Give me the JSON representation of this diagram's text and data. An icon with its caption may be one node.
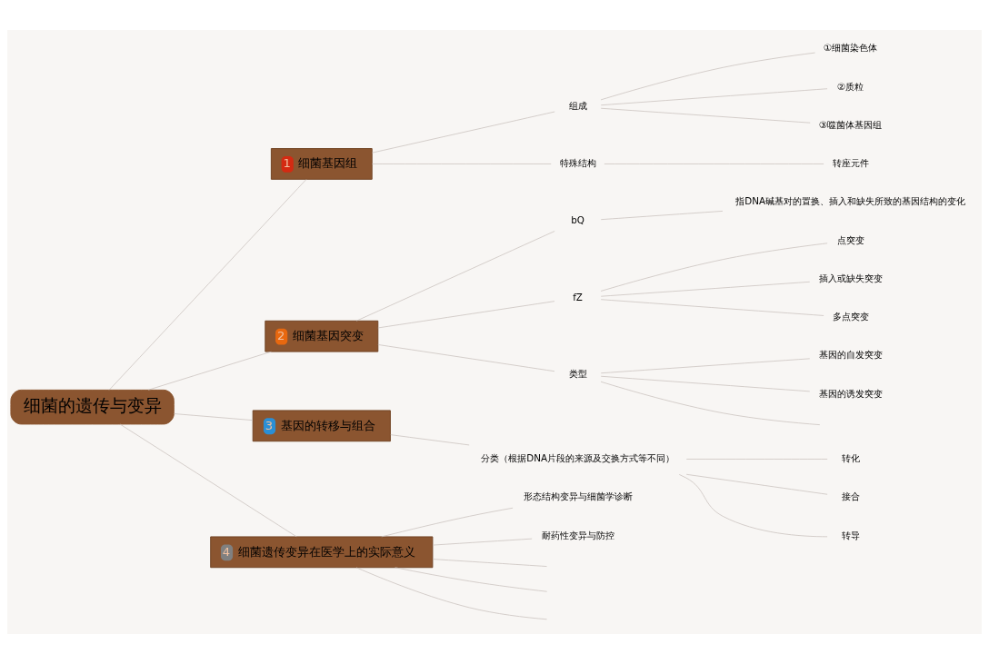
{
  "diagram": {
    "nodes": [
      {
        "text": [
          "细菌的遗传与变异"
        ]
      },
      {
        "text": [
          "1",
          "细菌基因组"
        ]
      },
      {
        "text": [
          "组成"
        ]
      },
      {
        "text": [
          "①细菌染色体"
        ]
      },
      {
        "text": [
          "②质粒"
        ]
      },
      {
        "text": [
          "③噬菌体基因组"
        ]
      },
      {
        "text": [
          "特殊结构"
        ]
      },
      {
        "text": [
          "转座元件"
        ]
      },
      {
        "text": [
          "2",
          "细菌基因突变"
        ]
      },
      {
        "text": [
          "bQ"
        ]
      },
      {
        "text": [
          "指DNA碱基对的置换、插入和缺失所致的基因结构的变化"
        ]
      },
      {
        "text": [
          "fZ"
        ]
      },
      {
        "text": [
          "点突变"
        ]
      },
      {
        "text": [
          "插入或缺失突变"
        ]
      },
      {
        "text": [
          "多点突变"
        ]
      },
      {
        "text": [
          "类型"
        ]
      },
      {
        "text": [
          "基因的自发突变"
        ]
      },
      {
        "text": [
          "基因的诱发突变"
        ]
      },
      {
        "text": [
          "3",
          "基因的转移与组合"
        ]
      },
      {
        "text": [
          "分类（根据DNA片段的来源及交换方式等不同）"
        ]
      },
      {
        "text": [
          "转化"
        ]
      },
      {
        "text": [
          "接合"
        ]
      },
      {
        "text": [
          "转导"
        ]
      },
      {
        "text": [
          "4",
          "细菌遗传变异在医学上的实际意义"
        ]
      },
      {
        "text": [
          "形态结构变异与细菌学诊断"
        ]
      },
      {
        "text": [
          "耐药性变异与防控"
        ]
      }
    ],
    "edges": [
      {
        "from": 0,
        "to": 1,
        "arrow": "none"
      },
      {
        "from": 1,
        "to": 2,
        "arrow": "none"
      },
      {
        "from": 2,
        "to": 3,
        "arrow": "none"
      },
      {
        "from": 2,
        "to": 4,
        "arrow": "none"
      },
      {
        "from": 2,
        "to": 5,
        "arrow": "none"
      },
      {
        "from": 1,
        "to": 6,
        "arrow": "none"
      },
      {
        "from": 6,
        "to": 7,
        "arrow": "none"
      },
      {
        "from": 0,
        "to": 8,
        "arrow": "none"
      },
      {
        "from": 8,
        "to": 9,
        "arrow": "none"
      },
      {
        "from": 9,
        "to": 10,
        "arrow": "none"
      },
      {
        "from": 8,
        "to": 11,
        "arrow": "none"
      },
      {
        "from": 11,
        "to": 12,
        "arrow": "none"
      },
      {
        "from": 11,
        "to": 13,
        "arrow": "none"
      },
      {
        "from": 11,
        "to": 14,
        "arrow": "none"
      },
      {
        "from": 8,
        "to": 15,
        "arrow": "none"
      },
      {
        "from": 15,
        "to": 16,
        "arrow": "none"
      },
      {
        "from": 15,
        "to": 17,
        "arrow": "none"
      },
      {
        "from": 15,
        "to": null,
        "arrow": "none"
      },
      {
        "from": 0,
        "to": 18,
        "arrow": "none"
      },
      {
        "from": 18,
        "to": 19,
        "arrow": "none"
      },
      {
        "from": 19,
        "to": 20,
        "arrow": "none"
      },
      {
        "from": 19,
        "to": 21,
        "arrow": "none"
      },
      {
        "from": 19,
        "to": 22,
        "arrow": "none"
      },
      {
        "from": 0,
        "to": 23,
        "arrow": "none"
      },
      {
        "from": 23,
        "to": 24,
        "arrow": "none"
      },
      {
        "from": 23,
        "to": 25,
        "arrow": "none"
      },
      {
        "from": 23,
        "to": null,
        "arrow": "none"
      },
      {
        "from": 23,
        "to": null,
        "arrow": "none"
      },
      {
        "from": 23,
        "to": null,
        "arrow": "none"
      }
    ]
  }
}
